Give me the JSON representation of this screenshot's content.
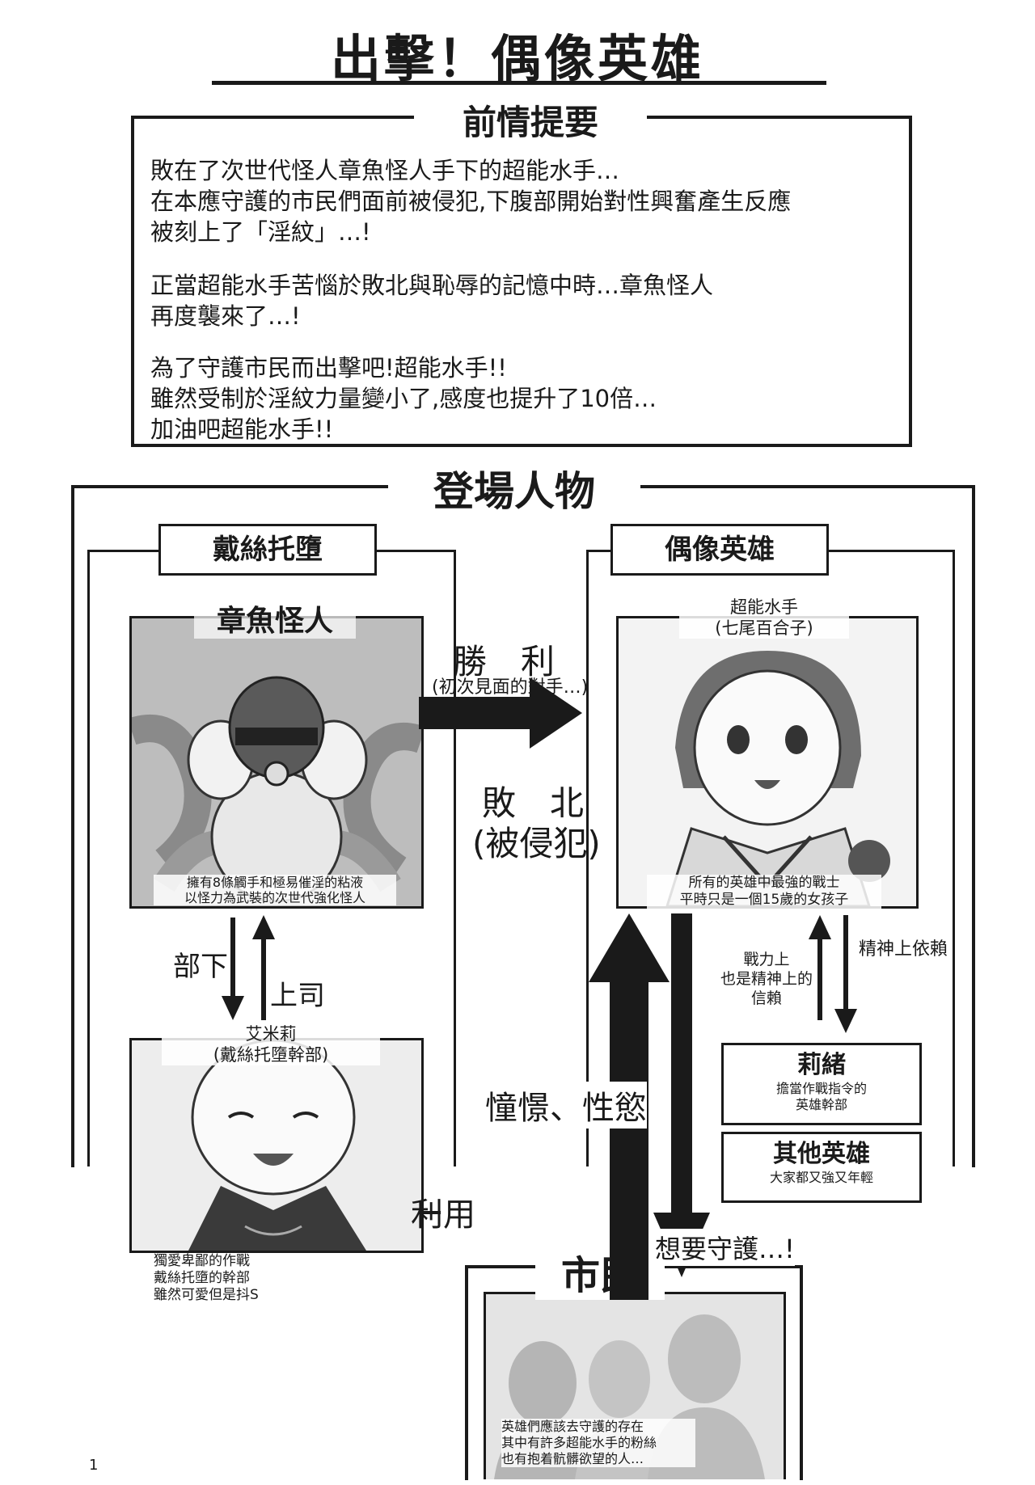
{
  "title": "出擊！偶像英雄",
  "synopsis": {
    "label": "前情提要",
    "lines": [
      "敗在了次世代怪人章魚怪人手下的超能水手…",
      "在本應守護的市民們面前被侵犯,下腹部開始對性興奮產生反應",
      "被刻上了「淫紋」…!",
      "",
      "正當超能水手苦惱於敗北與恥辱的記憶中時…章魚怪人",
      "再度襲來了…!",
      "",
      "為了守護市民而出擊吧!超能水手!!",
      "雖然受制於淫紋力量變小了,感度也提升了10倍…",
      "加油吧超能水手!!"
    ]
  },
  "cast": {
    "label": "登場人物",
    "left_group": "戴絲托墮",
    "right_group": "偶像英雄",
    "octopus": {
      "name": "章魚怪人",
      "desc": [
        "擁有8條觸手和極易催淫的粘液",
        "以怪力為武裝的次世代強化怪人"
      ]
    },
    "emily": {
      "name": "艾米莉",
      "subname": "(戴絲托墮幹部)",
      "desc": [
        "獨愛卑鄙的作戰",
        "戴絲托墮的幹部",
        "雖然可愛但是抖S"
      ]
    },
    "sailor": {
      "name": "超能水手",
      "subname": "(七尾百合子)",
      "desc": [
        "所有的英雄中最強的戰士",
        "平時只是一個15歲的女孩子"
      ]
    },
    "rio": {
      "name": "莉緒",
      "desc": [
        "擔當作戰指令的",
        "英雄幹部"
      ]
    },
    "others": {
      "name": "其他英雄",
      "desc": [
        "大家都又強又年輕"
      ]
    },
    "citizens": {
      "name": "市民",
      "desc": [
        "英雄們應該去守護的存在",
        "其中有許多超能水手的粉絲",
        "也有抱着骯髒欲望的人…"
      ]
    },
    "relations": {
      "victory": "勝　利",
      "victory_note": "(初次見面的對手…)",
      "defeat": "敗　北",
      "defeat_note": "(被侵犯)",
      "subordinate": "部下",
      "boss": "上司",
      "use": "利用",
      "longing": "憧憬、性慾",
      "protect": "想要守護…!",
      "trust_combat": [
        "戰力上",
        "也是精神上的",
        "信賴"
      ],
      "trust_mental": "精神上依賴"
    }
  },
  "page_number": "1"
}
